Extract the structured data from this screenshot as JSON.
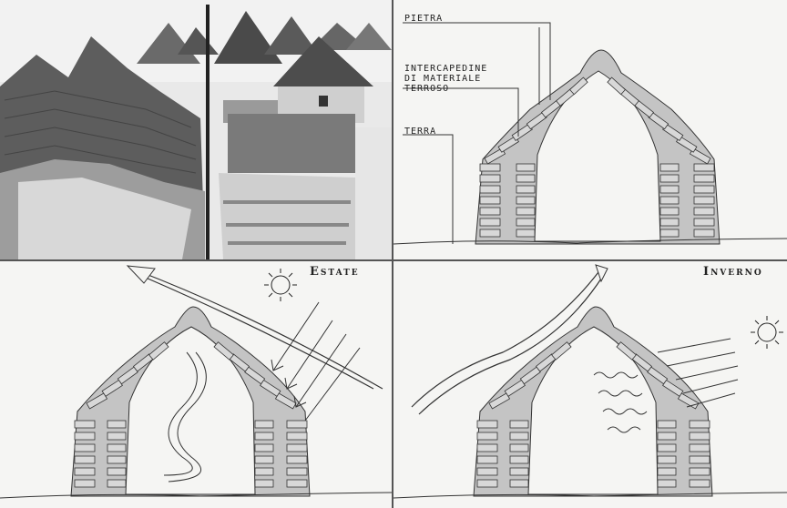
{
  "labels": {
    "stone": "PIETRA",
    "cavity_line1": "INTERCAPEDINE",
    "cavity_line2": "DI MATERIALE",
    "cavity_line3": "TERROSO",
    "earth": "TERRA"
  },
  "seasons": {
    "summer": "Estate",
    "winter": "Inverno"
  },
  "icons": {
    "sun": "sun-icon"
  },
  "colors": {
    "ink": "#222222",
    "stone_fill": "#b9b9b9",
    "photo_bg": "#bdbdbd"
  }
}
